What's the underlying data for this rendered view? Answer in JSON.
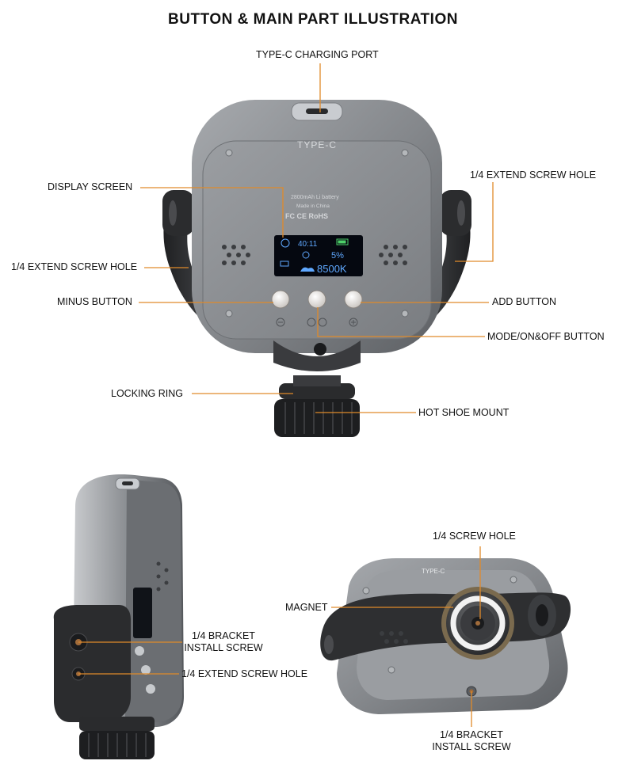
{
  "title": "BUTTON & MAIN PART ILLUSTRATION",
  "labels": {
    "type_c_port": "TYPE-C CHARGING PORT",
    "display_screen": "DISPLAY SCREEN",
    "extend_hole_right": "1/4 EXTEND SCREW HOLE",
    "extend_hole_left": "1/4 EXTEND SCREW HOLE",
    "minus_button": "MINUS BUTTON",
    "add_button": "ADD BUTTON",
    "mode_button": "MODE/ON&OFF BUTTON",
    "locking_ring": "LOCKING RING",
    "hot_shoe": "HOT SHOE MOUNT",
    "screw_hole": "1/4 SCREW HOLE",
    "magnet": "MAGNET",
    "bracket_screw_side_1": "1/4 BRACKET",
    "bracket_screw_side_2": "INSTALL SCREW",
    "extend_hole_side": "1/4 EXTEND SCREW HOLE",
    "bracket_screw_back_1": "1/4 BRACKET",
    "bracket_screw_back_2": "INSTALL SCREW"
  },
  "device": {
    "port_text": "TYPE-C",
    "battery_text": "2800mAh Li battery",
    "made_in": "Made in China",
    "screen": {
      "time": "40:11",
      "brightness": "5%",
      "color_temp": "8500K"
    }
  },
  "colors": {
    "leader": "#e08a2a",
    "body": "#8c8f93",
    "bracket": "#2e2f31",
    "screen": "#050810",
    "screen_text": "#5fa8ff",
    "label_text": "#111111"
  }
}
